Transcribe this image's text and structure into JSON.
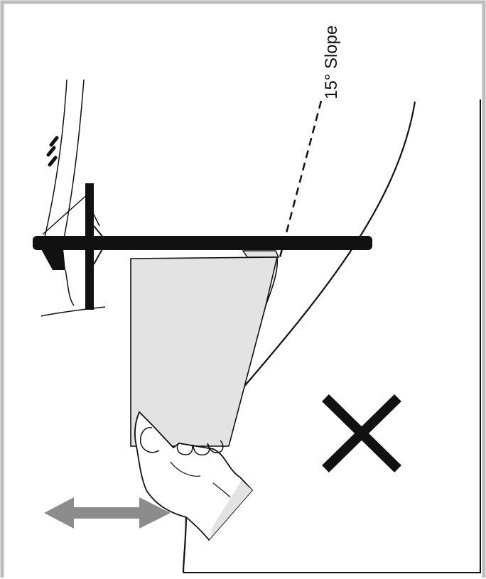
{
  "diagram": {
    "slope_label": "15° Slope",
    "slope_angle_deg": 15,
    "colors": {
      "frame": "#bdbdbd",
      "line": "#111111",
      "paper_fill": "#e3e3e3",
      "arrow": "#8c8c8c",
      "wrong_mark": "#111111"
    },
    "icons": {
      "direction_arrow": "double-headed-horizontal-arrow",
      "incorrect_mark": "x-cross-mark"
    }
  }
}
